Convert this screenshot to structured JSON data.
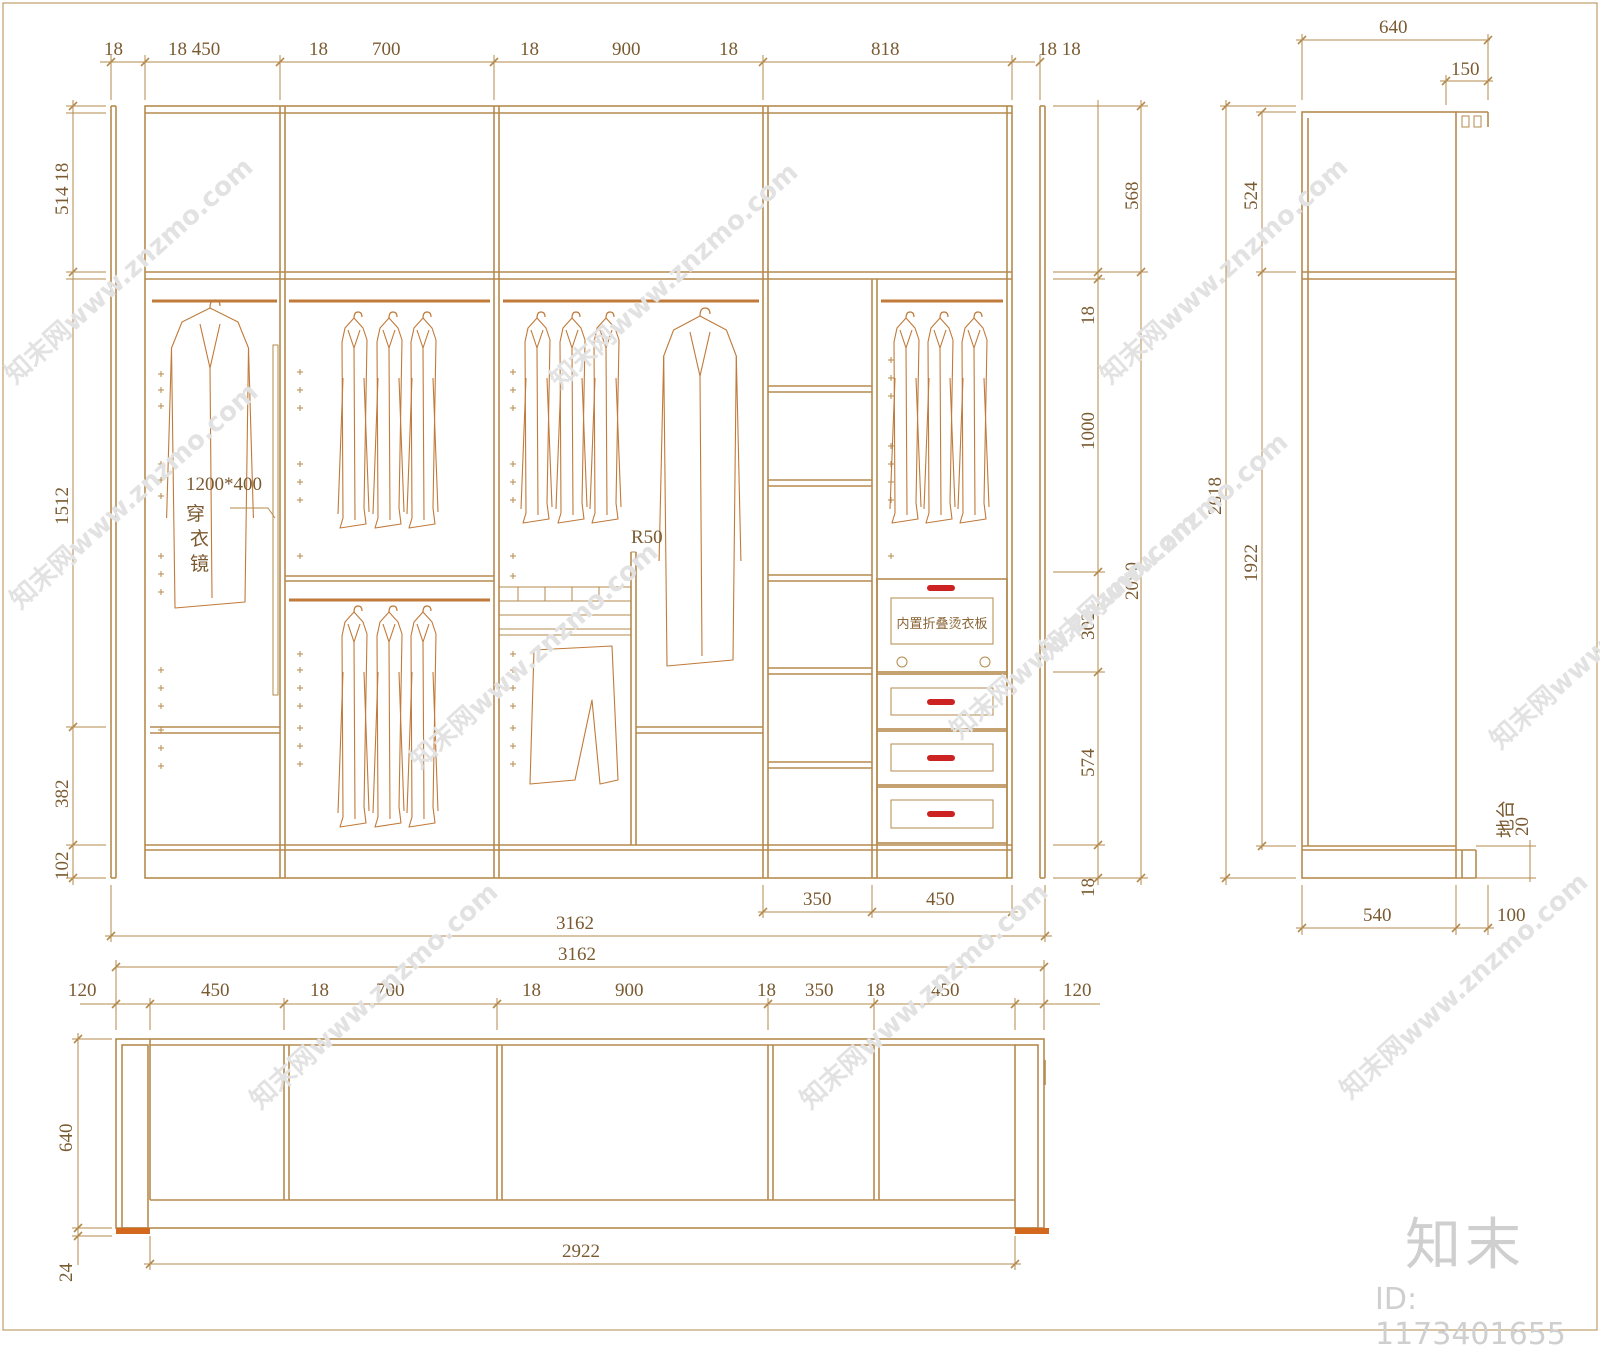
{
  "colors": {
    "line": "#b58a4e",
    "clothes": "#c07a3a",
    "text": "#7a5a30",
    "handle": "#cc2222",
    "watermark": "#e2e2e2"
  },
  "front": {
    "top_dims": [
      "18",
      "18 450",
      "18",
      "700",
      "18",
      "900",
      "18",
      "818",
      "18 18"
    ],
    "left_dims": [
      "514 18",
      "1512",
      "382",
      "102"
    ],
    "right_dims": [
      "568",
      "18",
      "1000",
      "2050",
      "302",
      "574",
      "18"
    ],
    "bottom_dims": [
      "350",
      "450",
      "3162"
    ],
    "mirror_label": "1200*400",
    "mirror_text": [
      "穿",
      "衣",
      "镜"
    ],
    "radius_label": "R50",
    "drawer_label": "内置折叠烫衣板"
  },
  "side": {
    "top_dims": [
      "640",
      "150"
    ],
    "left_dims": [
      "524",
      "2618",
      "1922"
    ],
    "bottom_dims": [
      "540",
      "100"
    ],
    "base_label": "地台",
    "base_dim": "20"
  },
  "plan": {
    "top_total": "3162",
    "top_dims": [
      "120",
      "450",
      "18",
      "700",
      "18",
      "900",
      "18",
      "350",
      "18",
      "450",
      "120"
    ],
    "left_dims": [
      "640",
      "24"
    ],
    "bottom_dim": "2922"
  },
  "watermark": {
    "text": "知末网www.znzmo.com",
    "logo": "知末",
    "id": "ID: 1173401655"
  }
}
